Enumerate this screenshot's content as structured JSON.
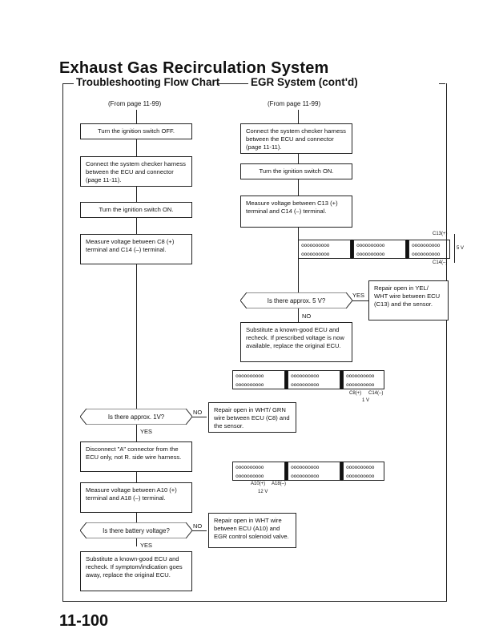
{
  "page_title": "Exhaust Gas Recirculation System",
  "section_left": "Troubleshooting Flow Chart",
  "section_right": "EGR System (cont'd)",
  "page_number": "11-100",
  "left_column": {
    "from": "(From page 11-99)",
    "step1": "Turn the ignition switch OFF.",
    "step2": "Connect the system checker harness between the ECU and connector (page 11-11).",
    "step3": "Turn the ignition switch ON.",
    "step4": "Measure voltage between C8 (+) terminal and C14 (–) terminal.",
    "question1": "Is there approx. 1V?",
    "q1_no": "NO",
    "q1_no_action": "Repair open in WHT/ GRN wire between ECU (C8) and the sensor.",
    "q1_yes": "YES",
    "step5": "Disconnect \"A\" connector from the ECU only, not R. side wire harness.",
    "step6": "Measure voltage between A10 (+) terminal and A18 (–) terminal.",
    "question2": "Is there battery voltage?",
    "q2_no": "NO",
    "q2_no_action": "Repair open in WHT wire between ECU (A10) and EGR control solenoid valve.",
    "q2_yes": "YES",
    "step7": "Substitute a known-good ECU and recheck. If symptom/indication goes away, replace the original ECU."
  },
  "right_column": {
    "from": "(From page 11-99)",
    "step1": "Connect the system checker harness between the ECU and connector (page 11-11).",
    "step2": "Turn the ignition switch ON.",
    "step3": "Measure voltage between C13 (+) terminal and C14 (–) terminal.",
    "question1": "Is there approx. 5 V?",
    "q1_yes": "YES",
    "q1_yes_action": "Repair open in YEL/ WHT wire between ECU (C13) and the sensor.",
    "q1_no": "NO",
    "step4": "Substitute a known-good ECU and recheck. If prescribed voltage is now available, replace the original ECU."
  },
  "connectors": {
    "pin_row": "oooooooooo",
    "c_top_plus": "C13(+)",
    "c_top_minus": "C14(–)",
    "c_top_volt": "5 V",
    "c_mid_plus": "C8(+)",
    "c_mid_minus": "C14(–)",
    "c_mid_volt": "1 V",
    "a_plus": "A10(+)",
    "a_minus": "A18(–)",
    "a_volt": "12 V"
  }
}
